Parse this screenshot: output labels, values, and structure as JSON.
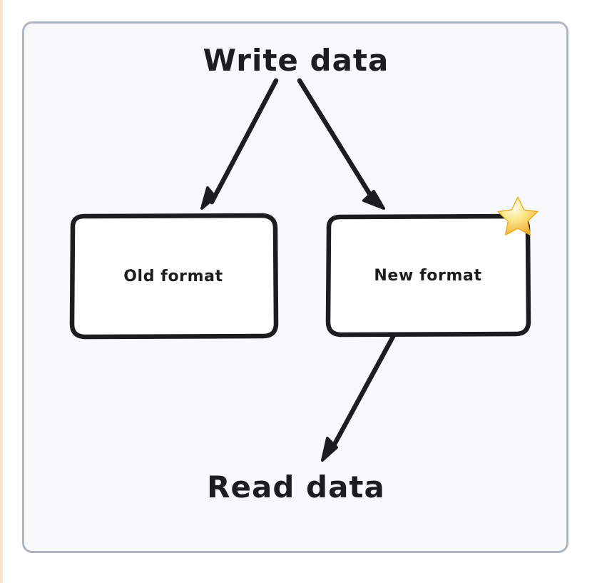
{
  "diagram": {
    "title_top": "Write data",
    "title_bottom": "Read data",
    "background_color": "#f7f8fa",
    "frame_border_color": "#aeb6c2",
    "stroke_color": "#1d1d1f",
    "accent_edge_color": "#fbe6c8",
    "star_color": "#f7c843",
    "nodes": [
      {
        "id": "old-format",
        "label": "Old format",
        "starred": false
      },
      {
        "id": "new-format",
        "label": "New format",
        "starred": true
      }
    ],
    "edges": [
      {
        "from": "Write data",
        "to": "Old format"
      },
      {
        "from": "Write data",
        "to": "New format"
      },
      {
        "from": "New format",
        "to": "Read data"
      }
    ],
    "star_icon": "star-icon",
    "star_meaning": "preferred"
  }
}
